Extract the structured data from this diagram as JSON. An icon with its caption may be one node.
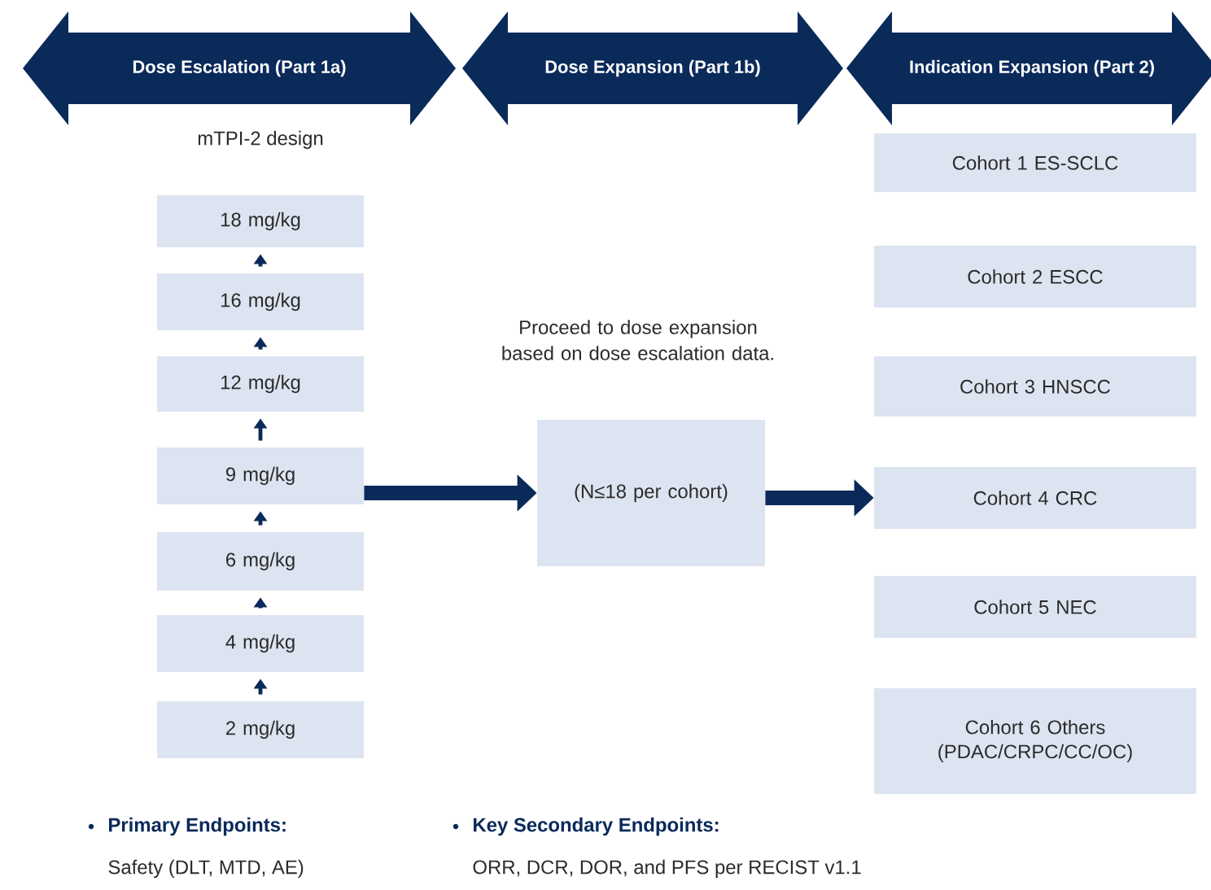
{
  "diagram": {
    "nodes": [
      {
        "text": [
          "Dose Escalation (Part 1a)"
        ]
      },
      {
        "text": [
          "Dose Expansion (Part 1b)"
        ]
      },
      {
        "text": [
          "Indication Expansion (Part 2)"
        ]
      },
      {
        "text": [
          "18 mg/kg"
        ]
      },
      {
        "text": [
          "16 mg/kg"
        ]
      },
      {
        "text": [
          "12 mg/kg"
        ]
      },
      {
        "text": [
          "9 mg/kg"
        ]
      },
      {
        "text": [
          "6 mg/kg"
        ]
      },
      {
        "text": [
          "4 mg/kg"
        ]
      },
      {
        "text": [
          "2 mg/kg"
        ]
      },
      {
        "text": [
          "(N≤18 per cohort)"
        ]
      },
      {
        "text": [
          "Cohort 1   ES-SCLC"
        ]
      },
      {
        "text": [
          "Cohort 2   ESCC"
        ]
      },
      {
        "text": [
          "Cohort 3   HNSCC"
        ]
      },
      {
        "text": [
          "Cohort 4   CRC"
        ]
      },
      {
        "text": [
          "Cohort 5   NEC"
        ]
      },
      {
        "text": [
          "Cohort 6   Others (PDAC/CRPC/CC/OC)"
        ]
      }
    ],
    "edges": [
      {
        "from": 9,
        "to": 8,
        "arrow": "to"
      },
      {
        "from": 8,
        "to": 7,
        "arrow": "to"
      },
      {
        "from": 7,
        "to": 6,
        "arrow": "to"
      },
      {
        "from": 6,
        "to": 5,
        "arrow": "to"
      },
      {
        "from": 5,
        "to": 4,
        "arrow": "to"
      },
      {
        "from": 4,
        "to": 3,
        "arrow": "to"
      },
      {
        "from": 6,
        "to": 10,
        "arrow": "to",
        "style": "thick"
      },
      {
        "from": 10,
        "to": 14,
        "arrow": "to",
        "style": "thick"
      }
    ],
    "labels": [
      "mTPI-2 design",
      "Proceed to dose expansion based on dose escalation data.",
      "Primary Endpoints:",
      "Safety (DLT, MTD, AE)",
      "Key Secondary Endpoints:",
      "ORR, DCR, DOR, and PFS per RECIST v1.1"
    ]
  }
}
